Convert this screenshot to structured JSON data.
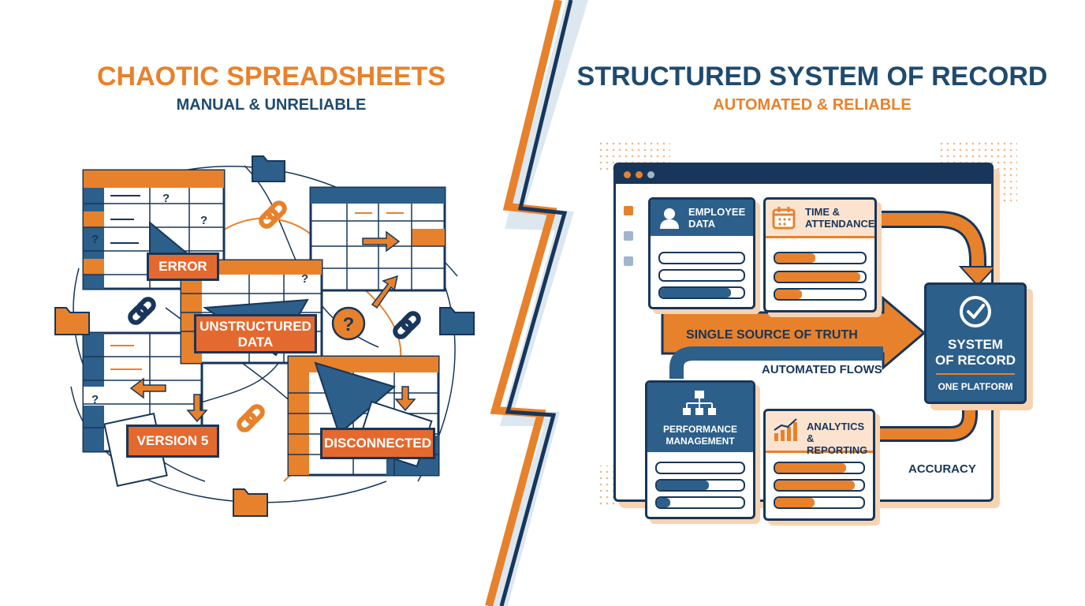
{
  "left": {
    "title": "CHAOTIC SPREADSHEETS",
    "subtitle": "MANUAL & UNRELIABLE",
    "tags": {
      "error": "ERROR",
      "unstructured": "UNSTRUCTURED\nDATA",
      "version": "VERSION 5",
      "disconnected": "DISCONNECTED"
    },
    "question_mark": "?"
  },
  "right": {
    "title": "STRUCTURED SYSTEM OF RECORD",
    "subtitle": "AUTOMATED & RELIABLE",
    "modules": {
      "employee": {
        "label": "EMPLOYEE\nDATA",
        "bars": [
          0,
          0,
          0.85
        ]
      },
      "time": {
        "label": "TIME &\nATTENDANCE",
        "bars": [
          0.45,
          0.95,
          0.3
        ]
      },
      "performance": {
        "label": "PERFORMANCE\nMANAGEMENT",
        "bars": [
          0,
          0.6,
          0.15
        ]
      },
      "analytics": {
        "label": "ANALYTICS &\nREPORTING",
        "bars": [
          0.8,
          0.9,
          0.45
        ]
      }
    },
    "flow_labels": {
      "single_source": "SINGLE SOURCE OF TRUTH",
      "automated": "AUTOMATED FLOWS",
      "accuracy": "ACCURACY"
    },
    "system_of_record": {
      "title": "SYSTEM\nOF RECORD",
      "platform": "ONE PLATFORM"
    }
  },
  "colors": {
    "orange": "#e8812b",
    "navy": "#17365a",
    "blue": "#2c5f8a",
    "peach": "#f8d3b2",
    "red_orange": "#e4692f"
  }
}
